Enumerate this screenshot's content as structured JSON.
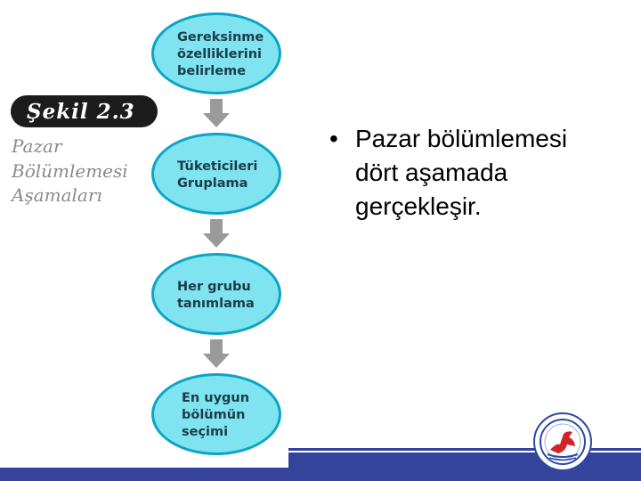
{
  "figure": {
    "label": "Şekil 2.3",
    "title_lines": [
      "Pazar",
      "Bölümlemesi",
      "Aşamaları"
    ],
    "steps": [
      "Gereksinme\nözelliklerini\nbelirleme",
      "Tüketicileri\nGruplama",
      "Her grubu\ntanımlama",
      "En uygun\nbölümün\nseçimi"
    ]
  },
  "content": {
    "bullet": "•",
    "text": "Pazar bölümlemesi\ndört aşamada\ngerçekleşir."
  },
  "colors": {
    "ellipse_fill": "#7fe3f0",
    "ellipse_border": "#0aa5c6",
    "band": "#34449c"
  },
  "icons": {
    "flow_arrow": "down-arrow-icon",
    "logo": "university-logo-icon"
  }
}
